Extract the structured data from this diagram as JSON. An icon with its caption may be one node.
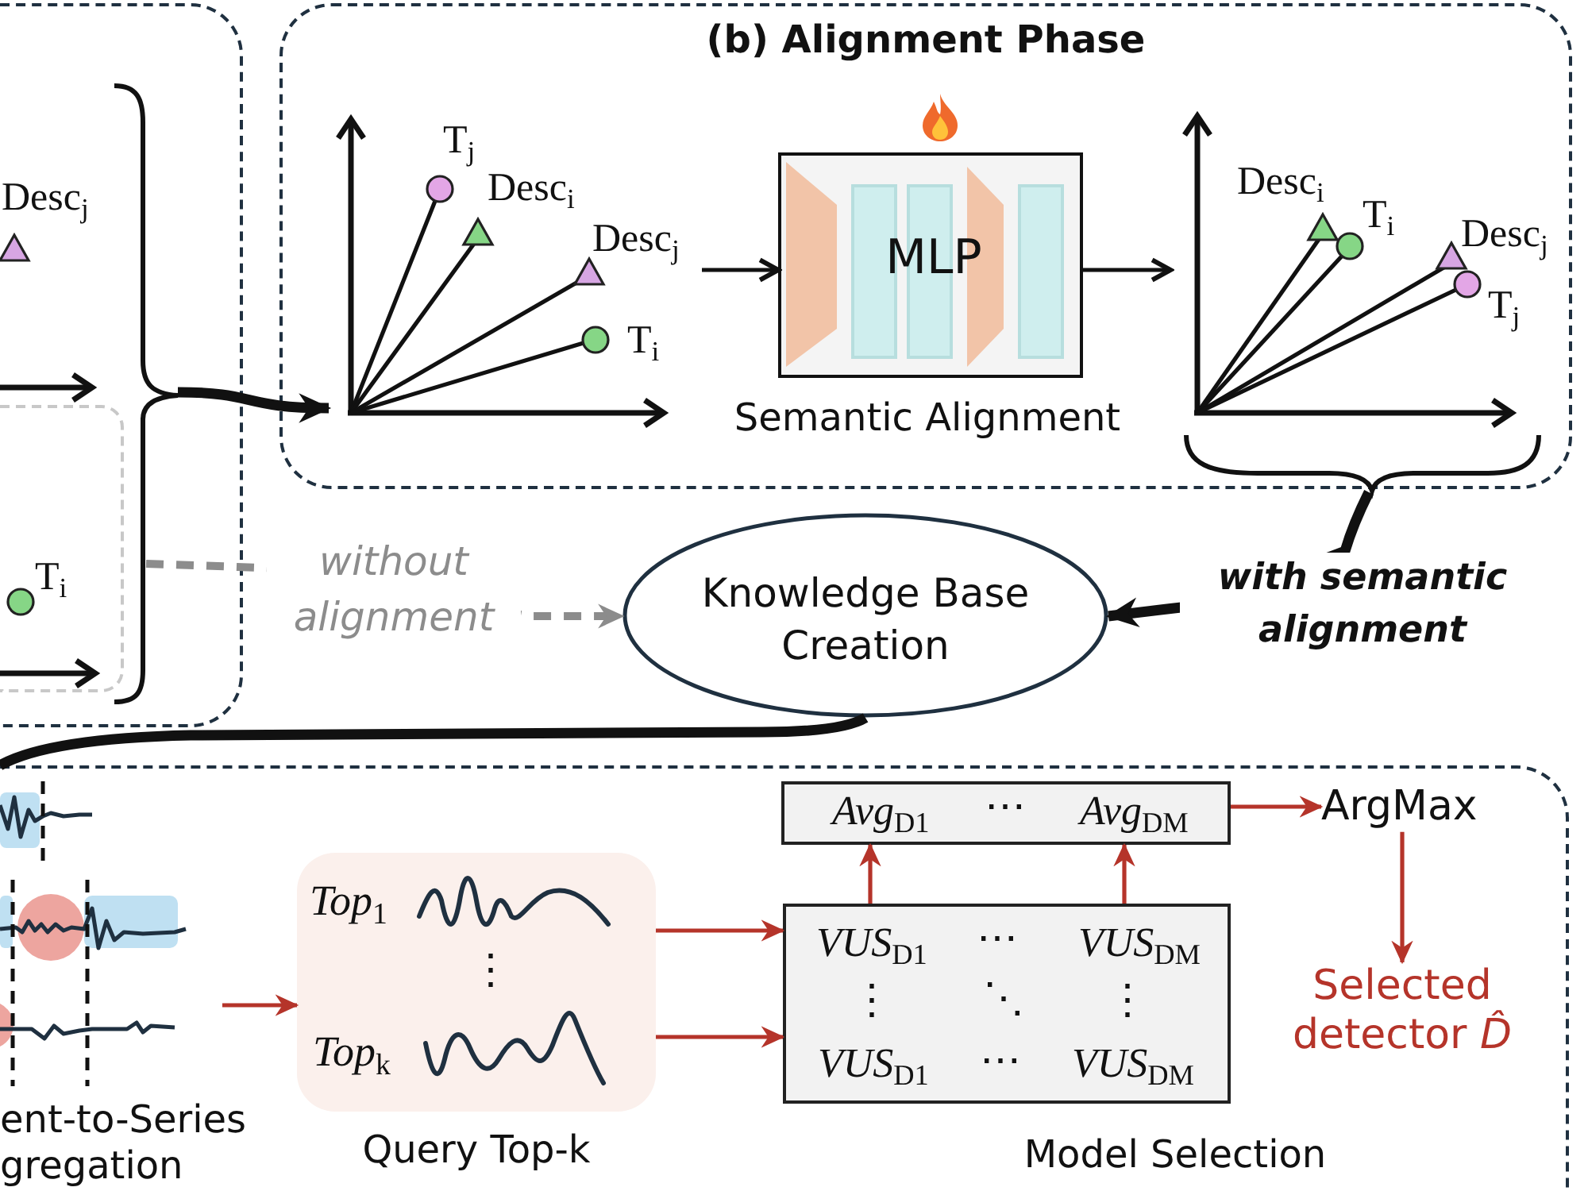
{
  "diagram": {
    "nodes": [
      {
        "text": [],
        "shape": "box"
      },
      {
        "text": [
          "Desc$_{j}$"
        ],
        "in": 0
      },
      {
        "text": [
          "T$_{i}$"
        ],
        "in": 0
      },
      {
        "text": [
          "(b) Alignment Phase"
        ]
      },
      {
        "text": [
          "T$_{j}$",
          "Desc$_{i}$",
          "Desc$_{j}$",
          "T$_{i}$"
        ],
        "in": 3
      },
      {
        "text": [
          "MLP"
        ],
        "beside": [
          "Semantic Alignment"
        ],
        "in": 3
      },
      {
        "text": [
          "Desc$_{i}$",
          "T$_{i}$",
          "Desc$_{j}$",
          "T$_{j}$"
        ],
        "in": 3
      },
      {
        "text": [
          "Knowledge Base Creation"
        ]
      },
      {
        "text": [],
        "shape": "box"
      },
      {
        "text": [],
        "shape": "picture",
        "beside": [
          "ent-to-Series gregation"
        ],
        "in": 8
      },
      {
        "text": [
          "*Top*$_{1}$",
          "⋮",
          "*Top*$_{k}$"
        ],
        "beside": [
          "Query Top-k"
        ],
        "in": 8
      },
      {
        "text": [
          "*VUS*$_{D1}$",
          "⋯",
          "*VUS*$_{DM}$",
          "⋮",
          "⋱",
          "⋮",
          "*VUS*$_{D1}$",
          "⋯",
          "*VUS*$_{DM}$"
        ],
        "beside": [
          "Model Selection"
        ],
        "in": 8
      },
      {
        "text": [
          "*Avg*$_{D1}$",
          "⋯",
          "*Avg*$_{DM}$"
        ],
        "in": 8
      },
      {
        "text": [
          "ArgMax"
        ],
        "in": 8
      },
      {
        "text": [
          "Selected detector *D̂*"
        ],
        "in": 8
      }
    ],
    "edges": [
      {
        "from": 1,
        "to": 4,
        "arrow": "to",
        "style": "thick",
        "color": "#111111"
      },
      {
        "from": 2,
        "to": 7,
        "arrow": "to",
        "style": "dashed",
        "color": "#8c8c8c",
        "label": "without alignment"
      },
      {
        "from": 6,
        "to": 7,
        "arrow": "to",
        "style": "thick",
        "color": "#111111",
        "label": "with semantic alignment"
      },
      {
        "from": 4,
        "to": 5,
        "arrow": "to",
        "color": "#111111"
      },
      {
        "from": 5,
        "to": 6,
        "arrow": "to",
        "color": "#111111"
      },
      {
        "from": 7,
        "to": 8,
        "arrow": "none",
        "style": "thick",
        "color": "#111111"
      },
      {
        "from": 9,
        "to": 10,
        "arrow": "to"
      },
      {
        "from": 10,
        "to": 11,
        "arrow": "to"
      },
      {
        "from": 10,
        "to": 11,
        "arrow": "to"
      },
      {
        "from": 11,
        "to": 12,
        "arrow": "to"
      },
      {
        "from": 11,
        "to": 12,
        "arrow": "to"
      },
      {
        "from": 12,
        "to": 13,
        "arrow": "to"
      },
      {
        "from": 13,
        "to": 14,
        "arrow": "to"
      }
    ]
  }
}
